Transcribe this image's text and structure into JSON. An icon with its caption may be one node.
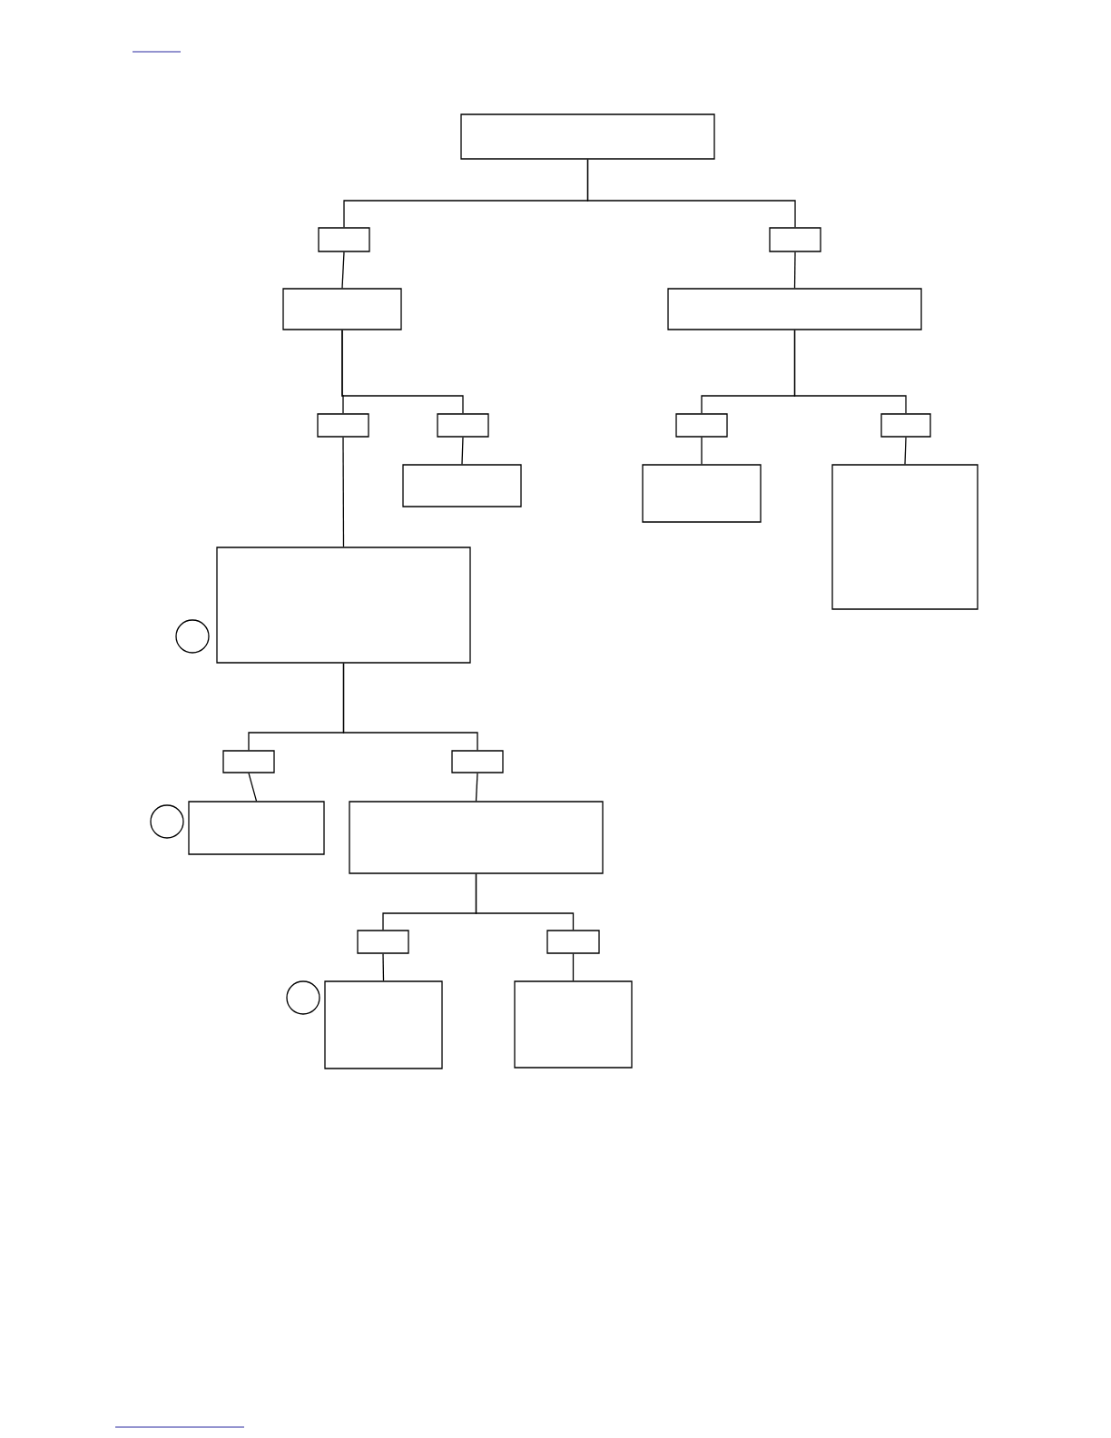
{
  "diagram": {
    "nodes": [
      {
        "text": [],
        "shape": "box"
      },
      {
        "text": [],
        "shape": "box"
      },
      {
        "text": [],
        "shape": "box"
      },
      {
        "text": [],
        "shape": "box"
      },
      {
        "text": [],
        "shape": "box"
      },
      {
        "text": [],
        "shape": "box"
      },
      {
        "text": [],
        "shape": "box"
      },
      {
        "text": [],
        "shape": "box"
      },
      {
        "text": [],
        "shape": "box"
      },
      {
        "text": [],
        "shape": "box"
      },
      {
        "text": [],
        "shape": "box"
      },
      {
        "text": [],
        "shape": "box"
      },
      {
        "text": [],
        "shape": "box"
      },
      {
        "text": [],
        "shape": "circle"
      },
      {
        "text": [],
        "shape": "box"
      },
      {
        "text": [],
        "shape": "box"
      },
      {
        "text": [],
        "shape": "circle"
      },
      {
        "text": [],
        "shape": "box"
      },
      {
        "text": [],
        "shape": "box"
      },
      {
        "text": [],
        "shape": "box"
      },
      {
        "text": [],
        "shape": "box"
      },
      {
        "text": [],
        "shape": "circle"
      },
      {
        "text": [],
        "shape": "box"
      },
      {
        "text": [],
        "shape": "box"
      }
    ],
    "edges": [
      {
        "from": 0,
        "to": 1,
        "arrow": "none"
      },
      {
        "from": 0,
        "to": 2,
        "arrow": "none"
      },
      {
        "from": 1,
        "to": 3,
        "arrow": "none"
      },
      {
        "from": 2,
        "to": 4,
        "arrow": "none"
      },
      {
        "from": 3,
        "to": 5,
        "arrow": "none"
      },
      {
        "from": 3,
        "to": 6,
        "arrow": "none"
      },
      {
        "from": 4,
        "to": 7,
        "arrow": "none"
      },
      {
        "from": 4,
        "to": 8,
        "arrow": "none"
      },
      {
        "from": 5,
        "to": 12,
        "arrow": "none"
      },
      {
        "from": 6,
        "to": 9,
        "arrow": "none"
      },
      {
        "from": 7,
        "to": 10,
        "arrow": "none"
      },
      {
        "from": 8,
        "to": 11,
        "arrow": "none"
      },
      {
        "from": 12,
        "to": 14,
        "arrow": "none"
      },
      {
        "from": 12,
        "to": 15,
        "arrow": "none"
      },
      {
        "from": 14,
        "to": 17,
        "arrow": "none"
      },
      {
        "from": 15,
        "to": 18,
        "arrow": "none"
      },
      {
        "from": 18,
        "to": 19,
        "arrow": "none"
      },
      {
        "from": 18,
        "to": 20,
        "arrow": "none"
      },
      {
        "from": 19,
        "to": 22,
        "arrow": "none"
      },
      {
        "from": 20,
        "to": 23,
        "arrow": "none"
      }
    ]
  }
}
